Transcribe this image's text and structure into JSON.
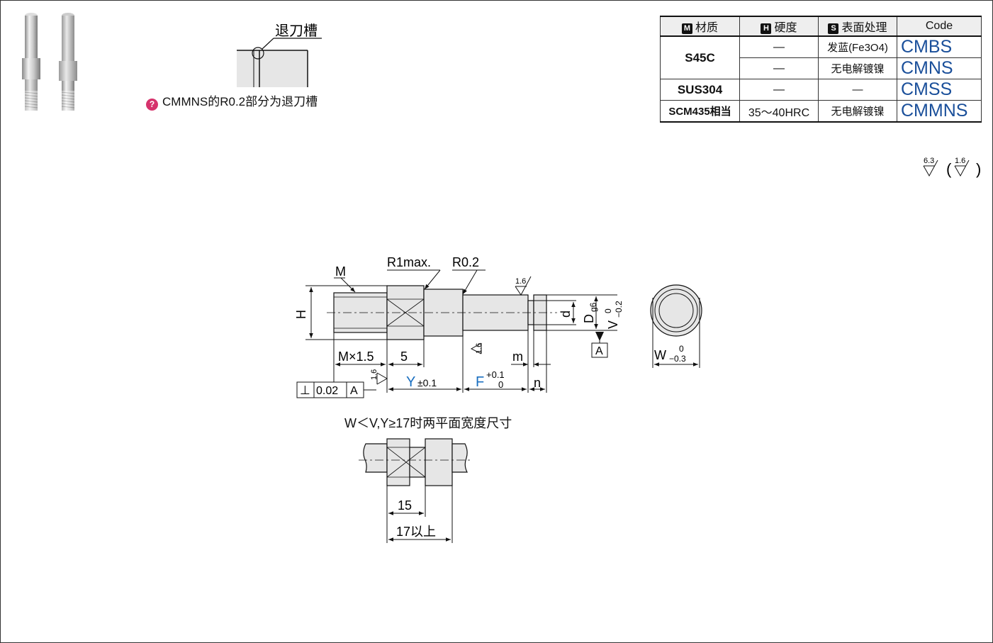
{
  "spec_table": {
    "headers": [
      {
        "badge": "M",
        "label": "材质"
      },
      {
        "badge": "H",
        "label": "硬度"
      },
      {
        "badge": "S",
        "label": "表面处理"
      },
      {
        "badge": "",
        "label": "Code"
      }
    ],
    "rows": [
      {
        "material": "S45C",
        "hardness": "—",
        "surface": "发蓝(Fe3O4)",
        "code": "CMBS"
      },
      {
        "material": "",
        "hardness": "—",
        "surface": "无电解镀镍",
        "code": "CMNS"
      },
      {
        "material": "SUS304",
        "hardness": "—",
        "surface": "—",
        "code": "CMSS"
      },
      {
        "material": "SCM435相当",
        "hardness": "35～40HRC",
        "surface": "无电解镀镍",
        "code": "CMMNS"
      }
    ]
  },
  "groove_detail": {
    "label": "退刀槽"
  },
  "note": {
    "icon": "info-icon",
    "text": "CMMNS的R0.2部分为退刀槽"
  },
  "roughness": {
    "general": "6.3",
    "other": "1.6"
  },
  "drawing": {
    "M": "M",
    "H": "H",
    "R1max": "R1max.",
    "R02": "R0.2",
    "rough16": "1.6",
    "d": "d",
    "D": "D",
    "g6": "g6",
    "V": "V",
    "V_tol_up": "0",
    "V_tol_low": "−0.2",
    "datum": "A",
    "MX": "M×1.5",
    "five": "5",
    "m": "m",
    "n": "n",
    "Y": "Y",
    "Y_tol": "±0.1",
    "F": "F",
    "F_tol_up": "+0.1",
    "F_tol_low": "0",
    "perp_symbol": "⊥",
    "perp_value": "0.02",
    "perp_datum": "A",
    "W": "W",
    "W_tol_up": "0",
    "W_tol_low": "−0.3"
  },
  "flat_view": {
    "caption": "W＜V,Y≥17时两平面宽度尺寸",
    "dim15": "15",
    "dim17": "17以上"
  },
  "colors": {
    "code_blue": "#1a4f9a",
    "dim_blue": "#1a6fc0",
    "part_fill": "#e6e6e6"
  }
}
